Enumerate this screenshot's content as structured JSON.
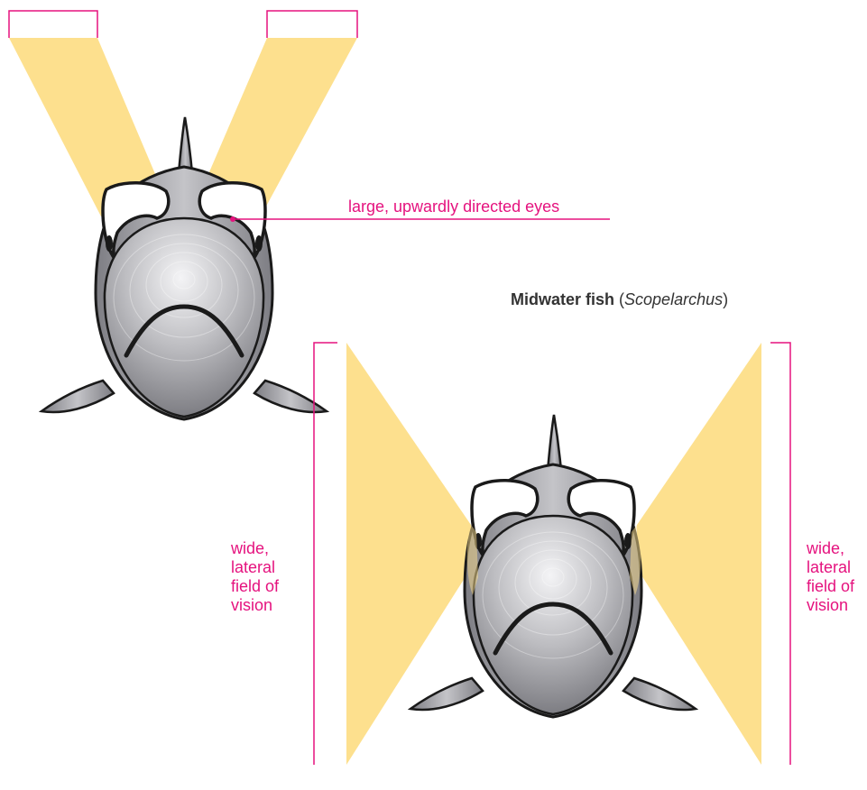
{
  "colors": {
    "annotation": "#e5127e",
    "vision_field": "#fde08e",
    "fish_body": "#a7a7ab",
    "outline": "#1a1a1a",
    "caption_text": "#333333"
  },
  "annotations": {
    "eyes_label": "large, upwardly directed eyes"
  },
  "caption": {
    "name": "Midwater fish",
    "genus_open": "(",
    "genus": "Scopelarchus",
    "genus_close": ")"
  },
  "vision_left": {
    "line1": "wide,",
    "line2": "lateral",
    "line3": "field of",
    "line4": "vision"
  },
  "vision_right": {
    "line1": "wide,",
    "line2": "lateral",
    "line3": "field of",
    "line4": "vision"
  }
}
